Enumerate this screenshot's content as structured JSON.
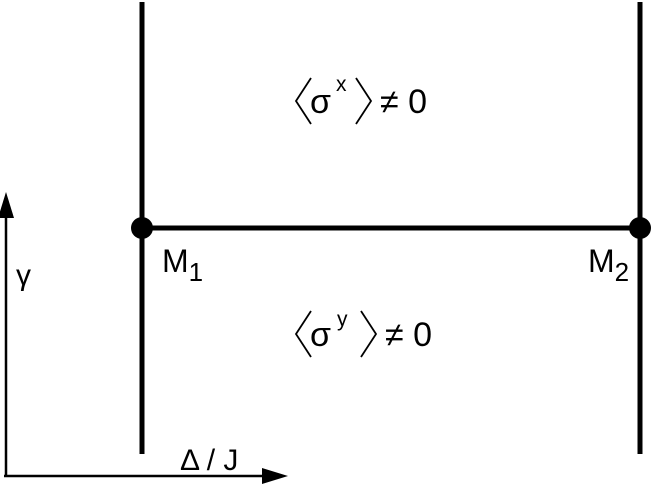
{
  "axes": {
    "x_label": "Δ / J",
    "y_label": "γ"
  },
  "points": {
    "m1": {
      "base": "M",
      "sub": "1"
    },
    "m2": {
      "base": "M",
      "sub": "2"
    }
  },
  "regions": {
    "upper": {
      "operator": "σ",
      "superscript": "x",
      "relation": "≠ 0"
    },
    "lower": {
      "operator": "σ",
      "superscript": "y",
      "relation": "≠ 0"
    }
  },
  "colors": {
    "ink": "#000000",
    "background": "#ffffff"
  }
}
